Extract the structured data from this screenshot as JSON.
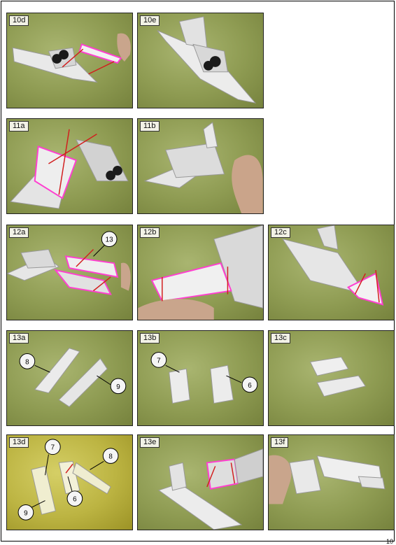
{
  "steps": {
    "p10d": "10d",
    "p10e": "10e",
    "p11a": "11a",
    "p11b": "11b",
    "p12a": "12a",
    "p12b": "12b",
    "p12c": "12c",
    "p13a": "13a",
    "p13b": "13b",
    "p13c": "13c",
    "p13d": "13d",
    "p13e": "13e",
    "p13f": "13f"
  },
  "callouts": {
    "part13": "13",
    "part8": "8",
    "part9": "9",
    "part7": "7",
    "part6": "6"
  },
  "page": {
    "number": "10"
  },
  "colors": {
    "background": "#8e9b52",
    "yellow_background": "#bcb442",
    "paper": "#ececec",
    "arrow": "#d21e1e",
    "highlight": "#ff3fd0"
  }
}
